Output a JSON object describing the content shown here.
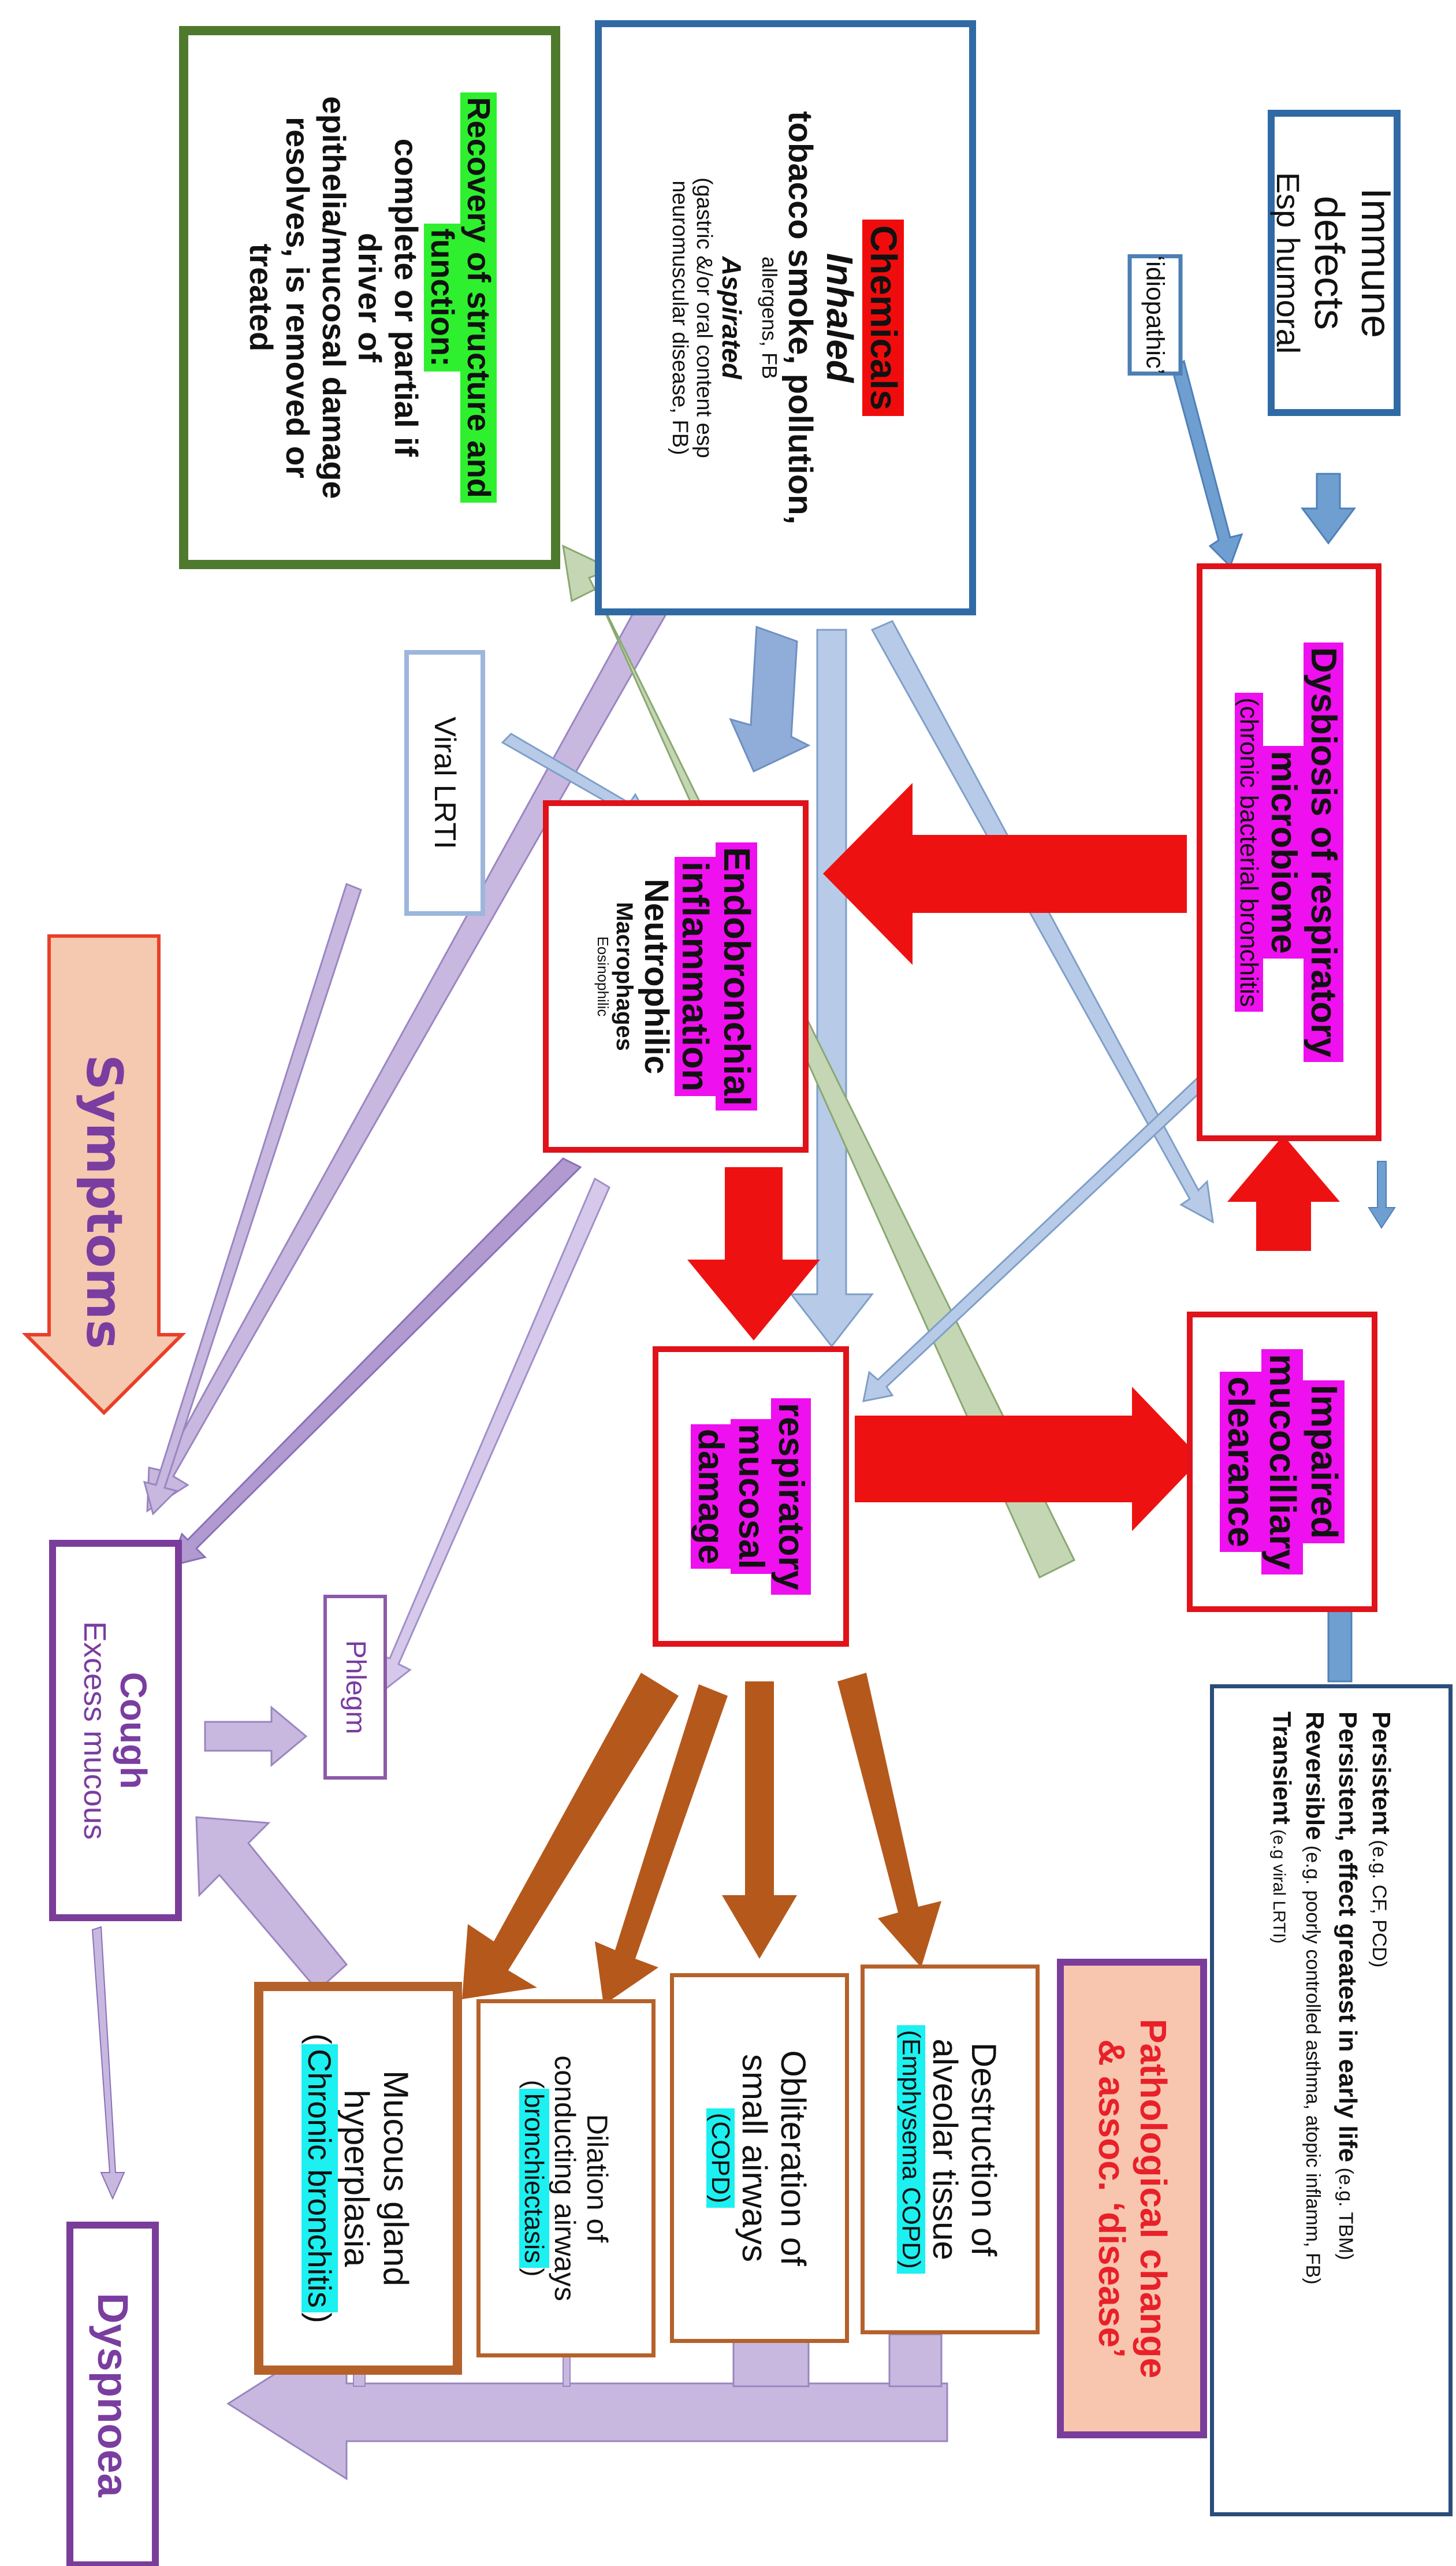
{
  "nodes": {
    "immune": {
      "title": "Immune defects",
      "subtitle": "Esp humoral"
    },
    "idiopathic": {
      "label": "‘idiopathic’"
    },
    "chemicals": {
      "title": "Chemicals",
      "inhaled_label": "Inhaled",
      "inhaled_main": "tobacco smoke, pollution,",
      "inhaled_extra": "allergens, FB",
      "aspirated_label": "Aspirated",
      "aspirated_line1": "(gastric &/or oral content esp",
      "aspirated_line2": "neuromuscular disease, FB)"
    },
    "recovery": {
      "title_line1": "Recovery of structure and",
      "title_line2": "function:",
      "line1": "complete or partial if",
      "line2": "driver of",
      "line3": "epithelia/mucosal damage",
      "line4": "resolves, is removed or",
      "line5": "treated"
    },
    "dysbiosis": {
      "line1": "Dysbiosis of respiratory",
      "line2": "microbiome",
      "line3": "(chronic bacterial bronchitis"
    },
    "viral": {
      "label": "Viral LRTI"
    },
    "endobronchial": {
      "line1": "Endobronchial",
      "line2": "inflammation",
      "line3": "Neutrophilic",
      "line4": "Macrophages",
      "line5": "Eosinophilic"
    },
    "impaired": {
      "line1": "Impaired",
      "line2": "mucocilliary",
      "line3": "clearance"
    },
    "mucosal": {
      "line1": "respiratory",
      "line2": "mucosal",
      "line3": "damage"
    },
    "persistence": {
      "l1_bold": "Persistent",
      "l1_rest": " (e.g. CF, PCD)",
      "l2_bold": "Persistent, effect greatest in early life",
      "l2_rest": " (e.g. TBM)",
      "l3_bold": "Reversible",
      "l3_rest": " (e.g. poorly controlled asthma, atopic inflamm, FB)",
      "l4_bold": "Transient",
      "l4_rest": "   (e.g viral LRTI)"
    },
    "pathological": {
      "line1": "Pathological change",
      "line2": "& assoc. ‘disease’"
    },
    "destruction": {
      "line1": "Destruction of",
      "line2": "alveolar tissue",
      "tag": "(Emphysema COPD)"
    },
    "obliteration": {
      "line1": "Obliteration of",
      "line2": "small airways",
      "tag": "(COPD)"
    },
    "dilation": {
      "line1": "Dilation of",
      "line2": "conducting airways",
      "tag_open": "(",
      "tag": "bronchiectasis",
      "tag_close": ")"
    },
    "mucous_gland": {
      "line1": "Mucous gland",
      "line2": "hyperplasia",
      "tag_open": "(",
      "tag": "Chronic bronchitis",
      "tag_close": ")"
    },
    "phlegm": {
      "label": "Phlegm"
    },
    "cough": {
      "title": "Cough",
      "subtitle": "Excess mucous"
    },
    "dyspnoea": {
      "label": "Dyspnoea"
    },
    "symptoms": {
      "label": "Symptoms"
    }
  },
  "colors": {
    "red_arrow": "#ee1111",
    "brown_arrow": "#b5581c",
    "light_blue_arrow": "#b7cbe8",
    "blue_arrow": "#6f9fd0",
    "lavender_arrow": "#b9a6d6",
    "green_arrow": "#b9d0a8",
    "highlight_magenta": "#ee10ee",
    "highlight_cyan": "#1cf0f0",
    "highlight_green": "#2ff02f"
  }
}
